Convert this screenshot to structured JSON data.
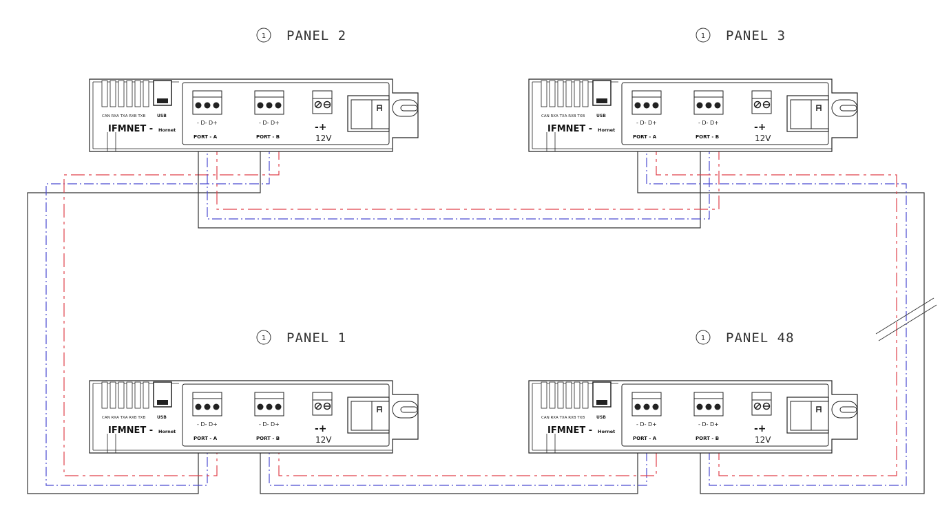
{
  "panels": [
    {
      "id": "panel-2",
      "number": "1",
      "title": "PANEL 2"
    },
    {
      "id": "panel-3",
      "number": "1",
      "title": "PANEL 3"
    },
    {
      "id": "panel-1",
      "number": "1",
      "title": "PANEL 1"
    },
    {
      "id": "panel-48",
      "number": "1",
      "title": "PANEL 48"
    }
  ],
  "device": {
    "led_labels": "CAN RXA TXA RXB TXB",
    "usb_label": "USB",
    "brand": "IFMNET -",
    "brand_sub": "Hornet",
    "pin_labels": "- D- D+",
    "port_a": "PORT - A",
    "port_b": "PORT - B",
    "power_symbol": "-+",
    "voltage": "12V",
    "jack_letter": "A"
  },
  "colors": {
    "device_outline": "#222222",
    "wire_ground": "#333333",
    "wire_d_minus": "#4a4ad0",
    "wire_d_plus": "#e0404a"
  }
}
